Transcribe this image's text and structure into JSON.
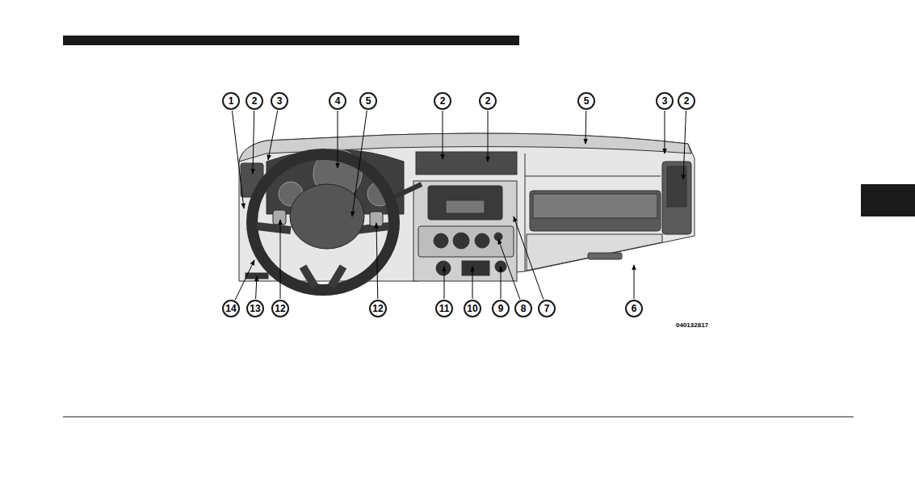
{
  "diagram": {
    "nodes": [
      {
        "text": [
          "1"
        ]
      },
      {
        "text": [
          "2"
        ]
      },
      {
        "text": [
          "3"
        ]
      },
      {
        "text": [
          "4"
        ]
      },
      {
        "text": [
          "5"
        ]
      },
      {
        "text": [
          "2"
        ]
      },
      {
        "text": [
          "2"
        ]
      },
      {
        "text": [
          "5"
        ]
      },
      {
        "text": [
          "3"
        ]
      },
      {
        "text": [
          "2"
        ]
      },
      {
        "text": [
          "14"
        ]
      },
      {
        "text": [
          "13"
        ]
      },
      {
        "text": [
          "12"
        ]
      },
      {
        "text": [
          "12"
        ]
      },
      {
        "text": [
          "11"
        ]
      },
      {
        "text": [
          "10"
        ]
      },
      {
        "text": [
          "9"
        ]
      },
      {
        "text": [
          "8"
        ]
      },
      {
        "text": [
          "7"
        ]
      },
      {
        "text": [
          "6"
        ]
      }
    ],
    "labels": [
      "040132817"
    ]
  }
}
